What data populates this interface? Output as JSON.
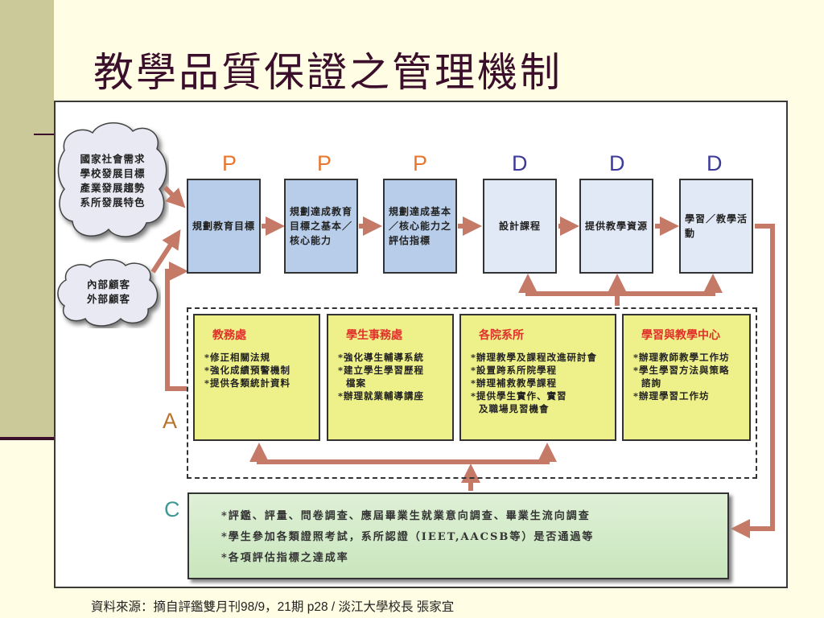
{
  "slide": {
    "title": "教學品質保證之管理機制",
    "source": "資料來源：摘自評鑑雙月刊98/9，21期 p28 / 淡江大學校長 張家宜"
  },
  "colors": {
    "background": "#fffde3",
    "sidebar": "#cbc99a",
    "title": "#3b0f2b",
    "arrow": "#c57a68",
    "plan_box": "#b8cde9",
    "do_box": "#e2e9f6",
    "act_box": "#eef08a",
    "check_box": "#d4ebc9",
    "letter_p": "#e8762f",
    "letter_d": "#3c3a9a",
    "letter_a": "#b8732a",
    "letter_c": "#3f9a93",
    "unit_heading": "#e0302a"
  },
  "inputs": {
    "cloud_external": [
      "國家社會需求",
      "學校發展目標",
      "產業發展趨勢",
      "系所發展特色"
    ],
    "cloud_customers": [
      "內部顧客",
      "外部顧客"
    ]
  },
  "flow": [
    {
      "phase": "P",
      "text": "規劃教育目標"
    },
    {
      "phase": "P",
      "text": "規劃達成教育目標之基本／核心能力"
    },
    {
      "phase": "P",
      "text": "規劃達成基本／核心能力之評估指標"
    },
    {
      "phase": "D",
      "text": "設計課程"
    },
    {
      "phase": "D",
      "text": "提供教學資源"
    },
    {
      "phase": "D",
      "text": "學習／教學活動"
    }
  ],
  "act": {
    "label": "A",
    "units": [
      {
        "heading": "教務處",
        "items": [
          "*修正相關法規",
          "*強化成績預警機制",
          "*提供各類統計資料"
        ]
      },
      {
        "heading": "學生事務處",
        "items": [
          "*強化導生輔導系統",
          "*建立學生學習歷程\n  檔案",
          "*辦理就業輔導講座"
        ]
      },
      {
        "heading": "各院系所",
        "items": [
          "*辦理教學及課程改進研討會",
          "*設置跨系所院學程",
          "*辦理補救教學課程",
          "*提供學生實作、實習\n  及職場見習機會"
        ]
      },
      {
        "heading": "學習與教學中心",
        "items": [
          "*辦理教師教學工作坊",
          "*學生學習方法與策略\n  諮詢",
          "*辦理學習工作坊"
        ]
      }
    ]
  },
  "check": {
    "label": "C",
    "items": [
      "*評鑑、評量、問卷調查、應屆畢業生就業意向調查、畢業生流向調查",
      "*學生參加各類證照考試，系所認證（IEET,AACSB等）是否通過等",
      "*各項評估指標之達成率"
    ]
  }
}
